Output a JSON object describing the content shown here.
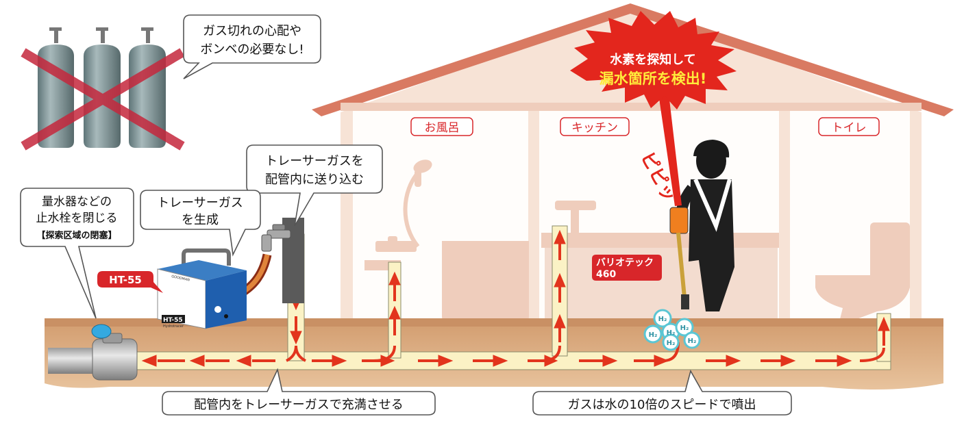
{
  "bubbles": {
    "no_cylinder": [
      "ガス切れの心配や",
      "ボンベの必要なし!"
    ],
    "inject": [
      "トレーサーガスを",
      "配管内に送り込む"
    ],
    "generate": [
      "トレーサーガス",
      "を生成"
    ],
    "shutoff": [
      "量水器などの",
      "止水栓を閉じる"
    ],
    "shutoff_note": "【探索区域の閉塞】",
    "fill_pipe": "配管内をトレーサーガスで充満させる",
    "speed": "ガスは水の10倍のスピードで噴出"
  },
  "rooms": {
    "bath": "お風呂",
    "kitchen": "キッチン",
    "toilet": "トイレ"
  },
  "burst": [
    "水素を探知して",
    "漏水箇所を検出!"
  ],
  "sound": "ピピッ",
  "device": {
    "badge": "HT-55",
    "panel_label": "HT-55",
    "panel_sub": "Hydrotracer",
    "brand": "GOODMAN"
  },
  "detector": [
    "バリオテック",
    "460"
  ],
  "h2_label": "H₂",
  "colors": {
    "roof": "#d97a62",
    "wall": "#f7e3d6",
    "fixture": "#efcdbc",
    "ground": "#d9a679",
    "pipe_fill": "#fbf2c5",
    "arrow": "#e2341d",
    "badge": "#d8262a",
    "burst": "#e3261d",
    "bubble_stroke": "#555555",
    "cylinder": "#7f9599",
    "cross": "#c5283d",
    "device_blue": "#1f5fae",
    "h2": "#5bc6d4"
  }
}
